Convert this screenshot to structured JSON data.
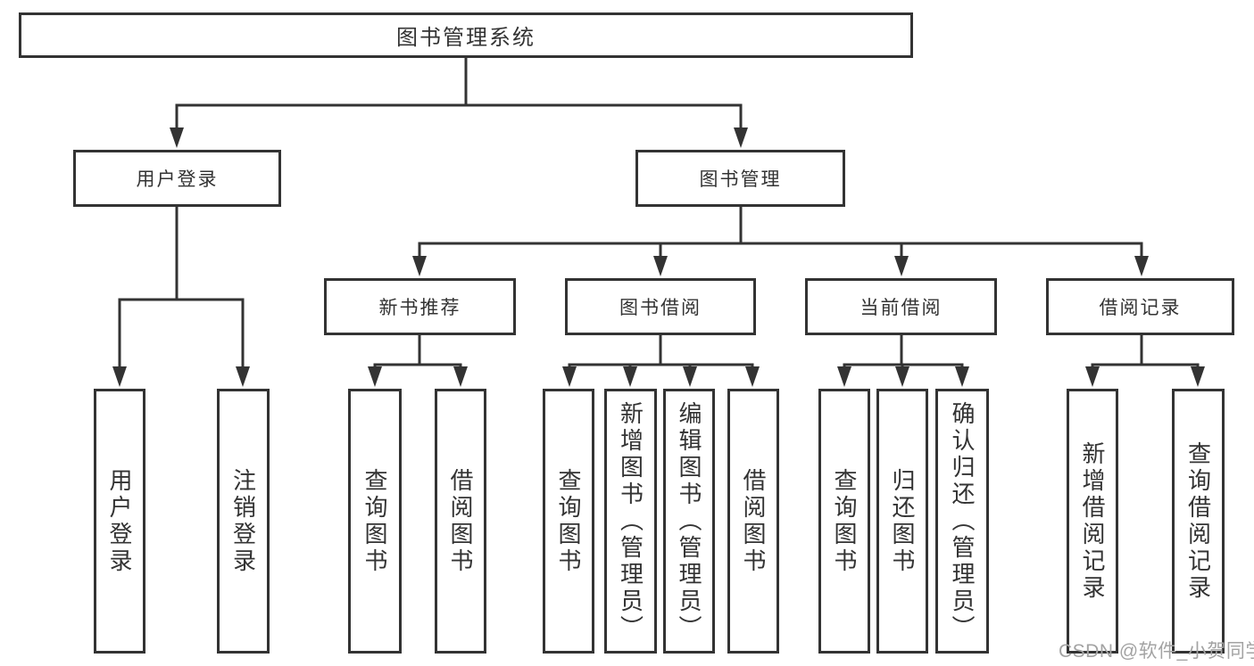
{
  "diagram": {
    "root": "图书管理系统",
    "level2": [
      "用户登录",
      "图书管理"
    ],
    "level3": [
      "新书推荐",
      "图书借阅",
      "当前借阅",
      "借阅记录"
    ],
    "leaves": {
      "user_login": [
        "用户登录",
        "注销登录"
      ],
      "new_books": [
        "查询图书",
        "借阅图书"
      ],
      "book_borrow": [
        "查询图书",
        "新增图书（管理员）",
        "编辑图书（管理员）",
        "借阅图书"
      ],
      "current_borrow": [
        "查询图书",
        "归还图书",
        "确认归还（管理员）"
      ],
      "borrow_records": [
        "新增借阅记录",
        "查询借阅记录"
      ]
    }
  },
  "watermark": "CSDN @软件_小贺同学",
  "colors": {
    "line": "#333333",
    "text": "#333333",
    "watermark": "#a3a3a3",
    "background": "#ffffff"
  }
}
